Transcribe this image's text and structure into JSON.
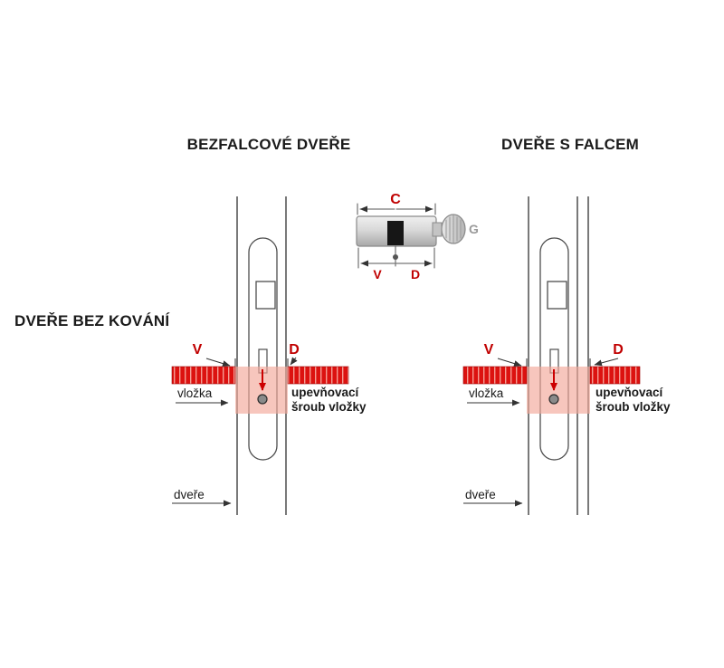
{
  "headings": {
    "left_title": "BEZFALCOVÉ DVEŘE",
    "right_title": "DVEŘE S FALCEM",
    "side_label": "DVEŘE BEZ KOVÁNÍ"
  },
  "cylinder_dims": {
    "c": "C",
    "v": "V",
    "d": "D",
    "g": "G"
  },
  "door_labels": {
    "v": "V",
    "d": "D",
    "cylinder": "vložka",
    "screw_line1": "upevňovací",
    "screw_line2": "šroub vložky",
    "door": "dveře"
  },
  "colors": {
    "dimension_red": "#c00000",
    "ruler_red": "#dc1210",
    "highlight_pink": "#f2a899",
    "knob_gray": "#9a9a9a",
    "line_gray": "#4d4d4d"
  }
}
